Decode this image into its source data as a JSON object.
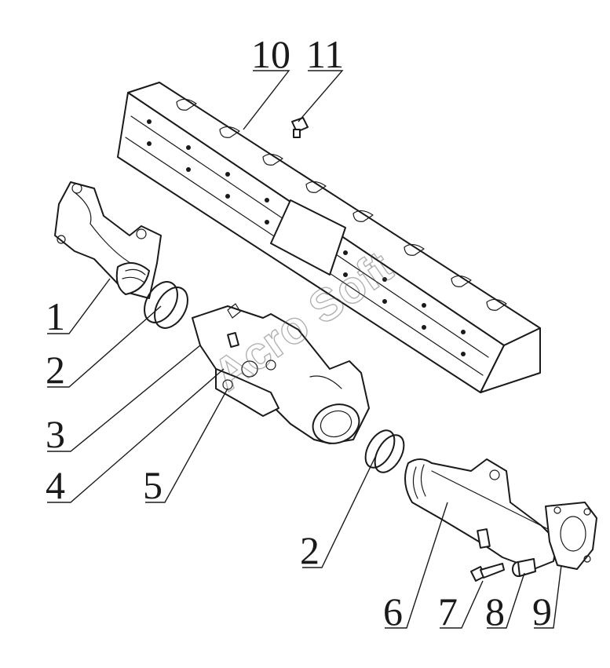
{
  "diagram": {
    "callouts": [
      {
        "id": "c10",
        "label": "10"
      },
      {
        "id": "c11",
        "label": "11"
      },
      {
        "id": "c1",
        "label": "1"
      },
      {
        "id": "c2a",
        "label": "2"
      },
      {
        "id": "c3",
        "label": "3"
      },
      {
        "id": "c4",
        "label": "4"
      },
      {
        "id": "c5",
        "label": "5"
      },
      {
        "id": "c2b",
        "label": "2"
      },
      {
        "id": "c6",
        "label": "6"
      },
      {
        "id": "c7",
        "label": "7"
      },
      {
        "id": "c8",
        "label": "8"
      },
      {
        "id": "c9",
        "label": "9"
      }
    ],
    "watermark": "Acro Soft"
  }
}
